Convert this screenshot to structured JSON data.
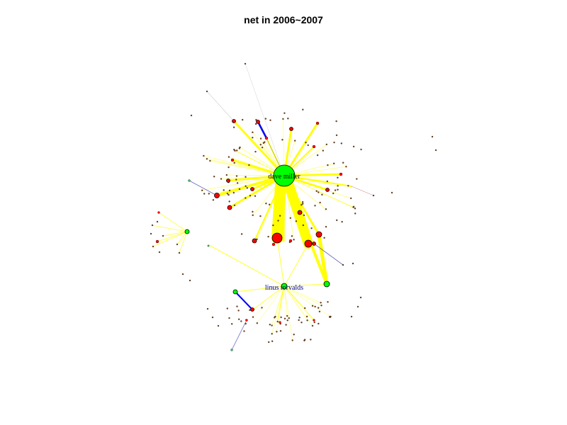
{
  "title": "net in 2006~2007",
  "labels": {
    "hub_main": "dave miller",
    "hub_secondary": "linus torvalds"
  },
  "colors": {
    "node_major": "#00ff00",
    "node_active": "#ff0000",
    "node_minor": "#8b4513",
    "edge_strong": "#ffff00",
    "edge_blue": "#0000ff",
    "label_main": "#000000",
    "label_secondary": "#00008b"
  }
}
